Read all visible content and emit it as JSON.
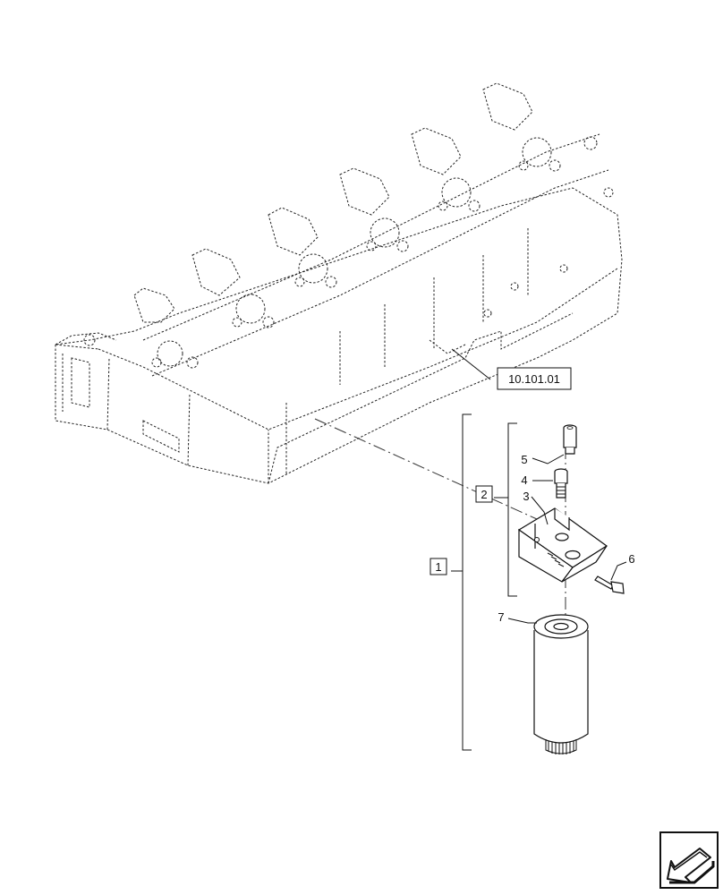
{
  "reference_label": "10.101.01",
  "callouts": {
    "assembly": "1",
    "kit": "2",
    "bracket": "3",
    "fitting_lower": "4",
    "fitting_upper": "5",
    "bolt": "6",
    "filter": "7"
  },
  "icons": {
    "nav": "previous-page-arrow-icon"
  }
}
